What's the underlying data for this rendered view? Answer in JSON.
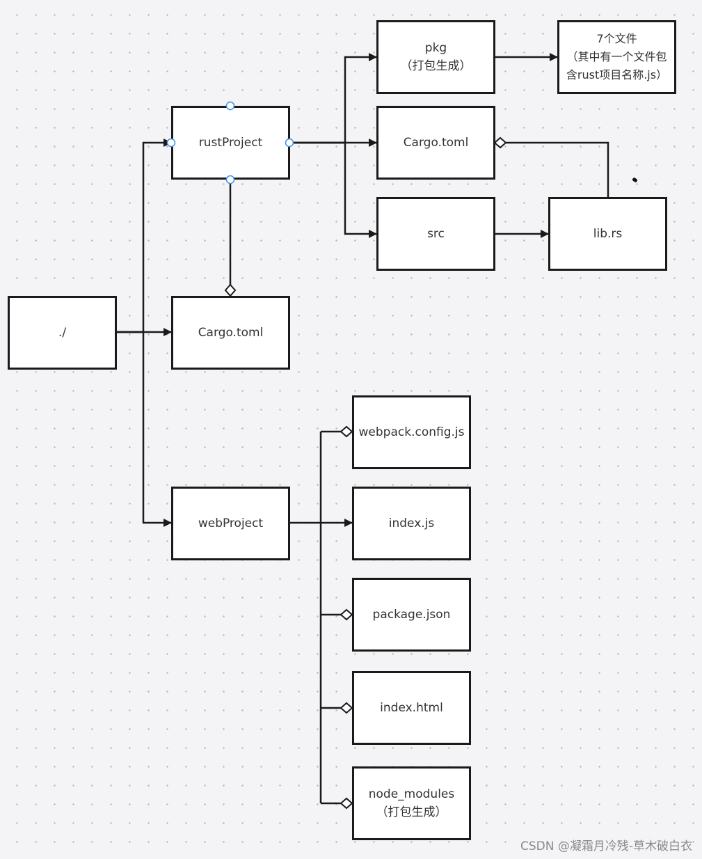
{
  "nodes": {
    "root": {
      "label": "./"
    },
    "rust_project": {
      "label": "rustProject"
    },
    "root_cargo_toml": {
      "label": "Cargo.toml"
    },
    "web_project": {
      "label": "webProject"
    },
    "pkg": {
      "line1": "pkg",
      "line2": "（打包生成）"
    },
    "rust_cargo_toml": {
      "label": "Cargo.toml"
    },
    "src": {
      "label": "src"
    },
    "lib_rs": {
      "label": "lib.rs"
    },
    "pkg_note": {
      "line1": "7个文件",
      "line2": "（其中有一个文件包",
      "line3": "含rust项目名称.js）"
    },
    "webpack_config": {
      "label": "webpack.config.js"
    },
    "index_js": {
      "label": "index.js"
    },
    "package_json": {
      "label": "package.json"
    },
    "index_html": {
      "label": "index.html"
    },
    "node_modules": {
      "line1": "node_modules",
      "line2": "（打包生成）"
    }
  },
  "watermark": "CSDN @凝霜月冷残-草木破白衣",
  "colors": {
    "background": "#f4f4f6",
    "line": "#1a1a1a",
    "box_fill": "#ffffff",
    "selection_handle": "#3b8ee8",
    "text": "#333333"
  }
}
